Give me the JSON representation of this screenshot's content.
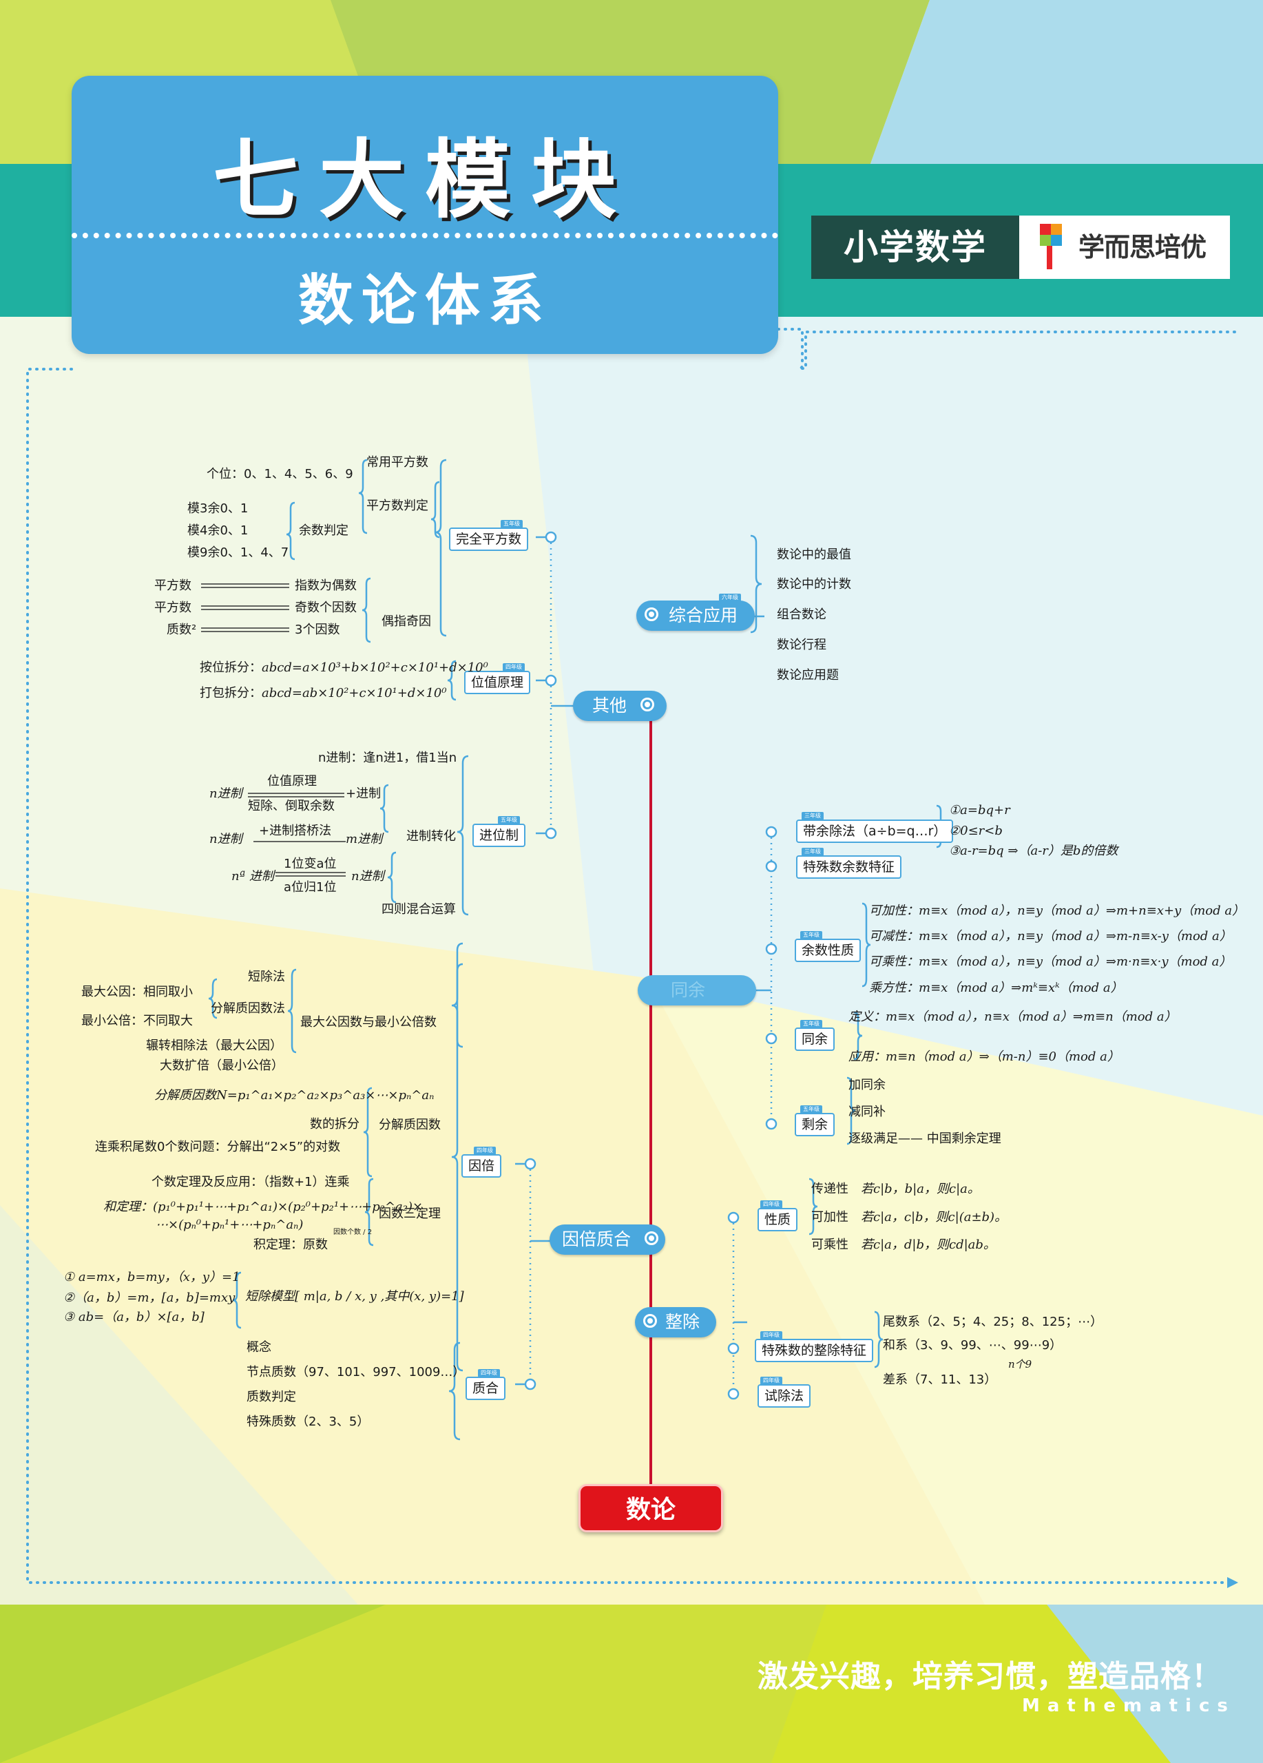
{
  "header": {
    "title": "七大模块",
    "subtitle": "数论体系",
    "badge": "小学数学",
    "brand": "学而思培优"
  },
  "root": "数论",
  "branches": {
    "comprehensive": {
      "label": "综合应用",
      "grade": "六年级",
      "items": [
        "数论中的最值",
        "数论中的计数",
        "组合数论",
        "数论行程",
        "数论应用题"
      ]
    },
    "other": {
      "label": "其他",
      "perfect_square": {
        "label": "完全平方数",
        "grade": "五年级",
        "common": "常用平方数",
        "units_digit": "个位：0、1、4、5、6、9",
        "judge": "平方数判定",
        "remainder_judge": "余数判定",
        "mod3": "模3余0、1",
        "mod4": "模4余0、1",
        "mod9": "模9余0、1、4、7",
        "parity": "偶指奇因",
        "square": "平方数",
        "even_exp": "指数为偶数",
        "square2": "平方数",
        "odd_factors": "奇数个因数",
        "prime_sq": "质数²",
        "three_factors": "3个因数"
      },
      "place_value": {
        "label": "位值原理",
        "grade": "四年级",
        "split_prefix": "按位拆分：",
        "split_formula": "abcd=a×10³+b×10²+c×10¹+d×10⁰",
        "pack_prefix": "打包拆分：",
        "pack_formula": "abcd=ab×10²+c×10¹+d×10⁰"
      },
      "base": {
        "label": "进位制",
        "grade": "五年级",
        "rule": "n进制：逢n进1，借1当n",
        "conversion": "进制转化",
        "n_base": "n进制",
        "place_value": "位值原理",
        "short_div": "短除、倒取余数",
        "plus_base": "+进制",
        "n_base2": "n进制",
        "bridge": "+进制搭桥法",
        "m_base": "m进制",
        "na_base": "nª 进制",
        "one_to_a": "1位变a位",
        "a_to_one": "a位归1位",
        "n_base3": "n进制",
        "arith": "四则混合运算"
      }
    },
    "remainder": {
      "label": "同余",
      "with_remainder": {
        "label": "带余除法（a÷b=q…r）",
        "grade": "三年级",
        "f1": "①a=bq+r",
        "f2": "②0≤r<b",
        "f3": "③a-r=bq ⇒（a-r）是b的倍数"
      },
      "special": {
        "label": "特殊数余数特征",
        "grade": "三年级"
      },
      "props": {
        "label": "余数性质",
        "grade": "五年级",
        "add": "可加性：m≡x（mod a），n≡y（mod a）⇒m+n≡x+y（mod a）",
        "sub": "可减性：m≡x（mod a），n≡y（mod a）⇒m-n≡x-y（mod a）",
        "mul": "可乘性：m≡x（mod a），n≡y（mod a）⇒m·n≡x·y（mod a）",
        "pow": "乘方性：m≡x（mod a）⇒mᵏ≡xᵏ（mod a）"
      },
      "congruence": {
        "label": "同余",
        "grade": "五年级",
        "def": "定义：m≡x（mod a），n≡x（mod a）⇒m≡n（mod a）",
        "app": "应用：m≡n（mod a）⇒（m-n）≡0（mod a）"
      },
      "leftover": {
        "label": "剩余",
        "grade": "五年级",
        "a": "加同余",
        "b": "减同补",
        "c": "逐级满足—— 中国剩余定理"
      }
    },
    "factor_multiple": {
      "label": "因倍质合",
      "factor": {
        "label": "因倍",
        "grade": "四年级",
        "gcd_lcm": "最大公因数与最小公倍数",
        "short_div": "短除法",
        "gcd": "最大公因：相同取小",
        "factorize": "分解质因数法",
        "lcm": "最小公倍：不同取大",
        "euclid": "辗转相除法（最大公因）",
        "expand": "大数扩倍（最小公倍）",
        "prime_factor": "分解质因数",
        "pf_formula": "分解质因数N=p₁^a₁×p₂^a₂×p₃^a₃×⋯×pₙ^aₙ",
        "split": "数的拆分",
        "zeros": "连乘积尾数0个数问题：分解出“2×5”的对数",
        "three": "因数三定理",
        "count": "个数定理及反应用：（指数+1）连乘",
        "sum1": "和定理：(p₁⁰+p₁¹+⋯+p₁^a₁)×(p₂⁰+p₂¹+⋯+p₂^a₂)×",
        "sum2": "⋯×(pₙ⁰+pₙ¹+⋯+pₙ^aₙ)",
        "product": "积定理：原数",
        "product_exp": "因数个数 / 2",
        "model": "短除模型[ m|a, b / x, y ,其中(x, y)=1]",
        "e1": "① a=mx，b=my，（x，y）=1",
        "e2": "②（a，b）=m，[a，b]=mxy",
        "e3": "③ ab=（a，b）×[a，b]"
      },
      "prime": {
        "label": "质合",
        "grade": "四年级",
        "concept": "概念",
        "node": "节点质数（97、101、997、1009…）",
        "judge": "质数判定",
        "special": "特殊质数（2、3、5）"
      }
    },
    "divisibility": {
      "label": "整除",
      "props": {
        "label": "性质",
        "grade": "四年级",
        "trans": "传递性",
        "trans_f": "若c|b，b|a，则c|a。",
        "add": "可加性",
        "add_f": "若c|a，c|b，则c|(a±b)。",
        "mul": "可乘性",
        "mul_f": "若c|a，d|b，则cd|ab。"
      },
      "special": {
        "label": "特殊数的整除特征",
        "grade": "四年级",
        "tail": "尾数系（2、5；4、25；8、125；⋯）",
        "sum": "和系（3、9、99、⋯、99⋯9）",
        "sum_note": "n个9",
        "diff": "差系（7、11、13）"
      },
      "trial": {
        "label": "试除法",
        "grade": "四年级"
      }
    }
  },
  "footer": {
    "slogan": "激发兴趣，培养习惯，塑造品格！",
    "english": "Mathematics"
  },
  "colors": {
    "primary": "#4aa8de",
    "root": "#e0141b",
    "trunk": "#c8102e",
    "teal": "#1fb0a0",
    "lime": "#d4e21c"
  }
}
